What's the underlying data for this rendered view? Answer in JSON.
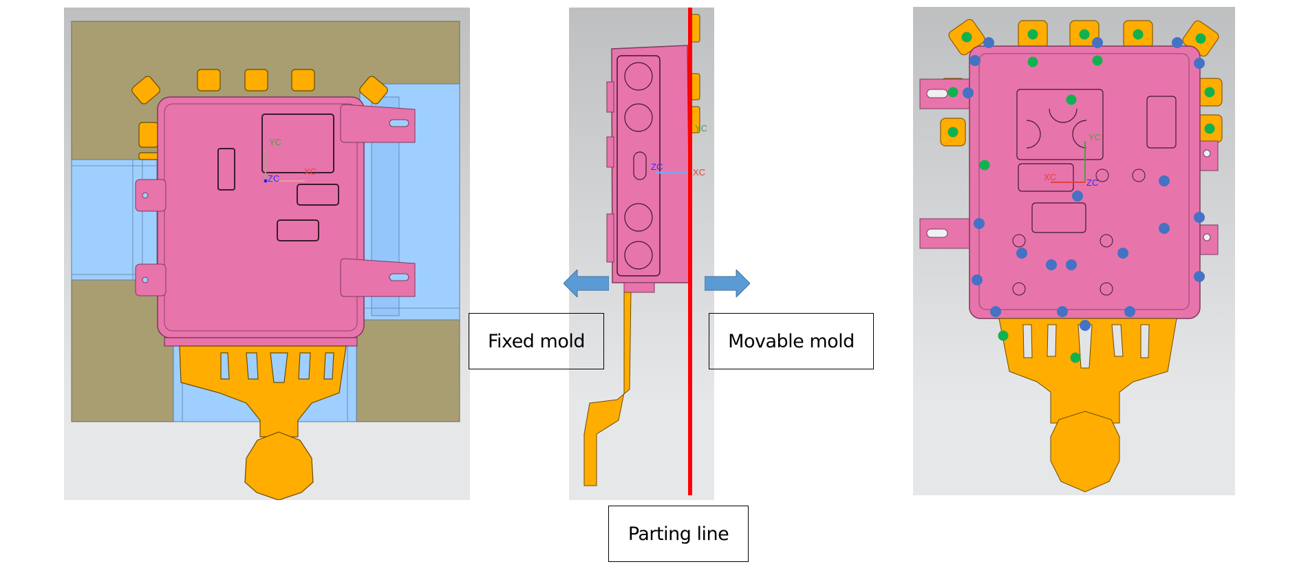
{
  "figure": {
    "panels": [
      {
        "id": "left",
        "description": "Die-casting mold cavity view with casting, overflow wells and runner (front view)"
      },
      {
        "id": "middle",
        "description": "Side view of casting with parting line"
      },
      {
        "id": "right",
        "description": "Casting with ejector pin positions marked"
      }
    ],
    "labels": {
      "fixed_mold": "Fixed mold",
      "movable_mold": "Movable mold",
      "parting_line": "Parting line"
    },
    "axes": {
      "yc": "YC",
      "xc": "XC",
      "zc": "ZC"
    },
    "arrows": {
      "left": "fixed-mold-direction",
      "right": "movable-mold-direction"
    },
    "colors": {
      "casting": "#e874ac",
      "overflow": "#ffad00",
      "mold_plate": "#a89e72",
      "slider": "#9fcfff",
      "parting_line": "#ff0000",
      "arrow": "#5b9bd5",
      "marker_green": "#12b14f",
      "marker_blue": "#4472c4",
      "background": "#e0e1e3"
    },
    "markers": {
      "green_count": 15,
      "blue_count": 21
    }
  }
}
